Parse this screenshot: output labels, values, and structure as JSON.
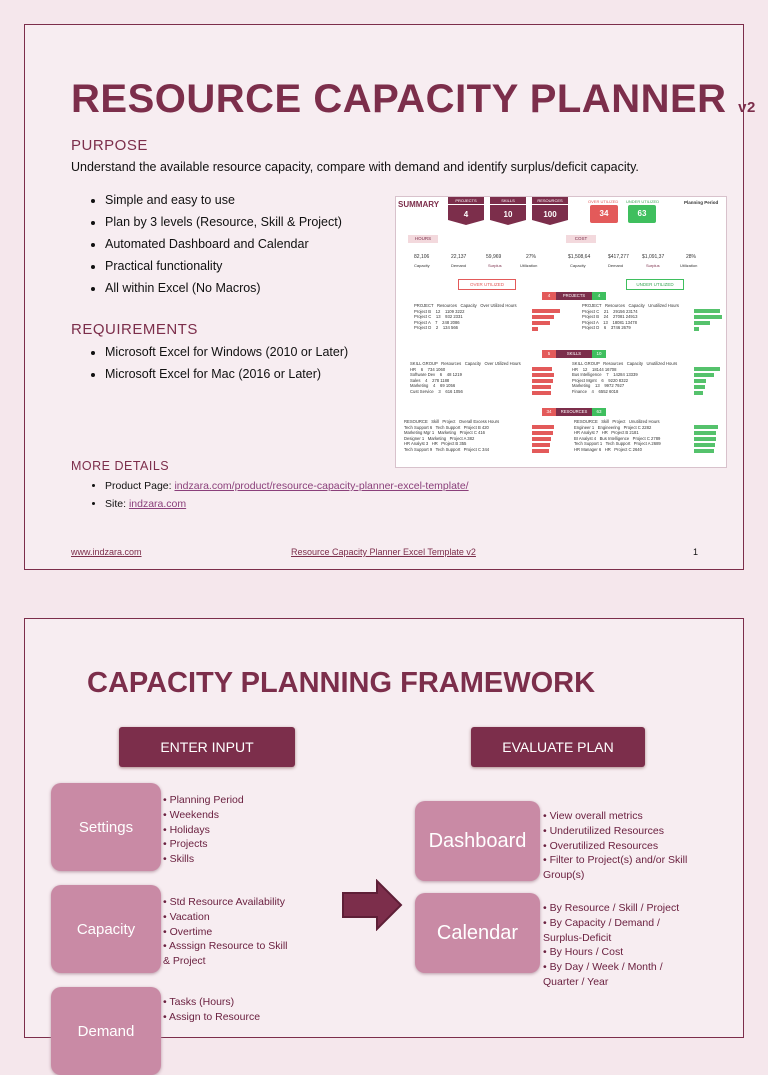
{
  "page1": {
    "title": "RESOURCE CAPACITY PLANNER",
    "version": "v2",
    "purpose_heading": "PURPOSE",
    "purpose_text": "Understand the available resource capacity, compare with demand and identify surplus/deficit capacity.",
    "features": [
      "Simple and easy to use",
      "Plan by 3 levels (Resource, Skill & Project)",
      "Automated Dashboard and Calendar",
      "Practical functionality",
      "All within Excel (No Macros)"
    ],
    "requirements_heading": "REQUIREMENTS",
    "requirements": [
      "Microsoft Excel for Windows (2010 or Later)",
      "Microsoft Excel for Mac (2016 or Later)"
    ],
    "more_heading": "MORE DETAILS",
    "product_label": "Product Page:",
    "product_link": "indzara.com/product/resource-capacity-planner-excel-template/",
    "site_label": "Site:",
    "site_link": "indzara.com",
    "footer_left": "www.indzara.com",
    "footer_center": "Resource Capacity Planner Excel Template v2",
    "footer_page": "1"
  },
  "dashboard": {
    "summary": "SUMMARY",
    "projects_label": "PROJECTS",
    "projects_value": "4",
    "skills_label": "SKILLS",
    "skills_value": "10",
    "resources_label": "RESOURCES",
    "resources_value": "100",
    "over_label": "OVER UTILIZED",
    "over_value": "34",
    "under_label": "UNDER UTILIZED",
    "under_value": "63",
    "planning_period": "Planning Period",
    "hours_label": "HOURS",
    "cost_label": "COST",
    "hours_metrics": [
      {
        "v": "82,106",
        "l": "Capacity"
      },
      {
        "v": "22,137",
        "l": "Demand"
      },
      {
        "v": "59,969",
        "l": "Surplus"
      },
      {
        "v": "27%",
        "l": "Utilization"
      }
    ],
    "cost_metrics": [
      {
        "v": "$1,508,64",
        "l": "Capacity"
      },
      {
        "v": "$417,277",
        "l": "Demand"
      },
      {
        "v": "$1,091,37",
        "l": "Surplus"
      },
      {
        "v": "28%",
        "l": "Utilization"
      }
    ],
    "over_utilized": "OVER UTILIZED",
    "under_utilized": "UNDER UTILIZED",
    "projects_row": {
      "left": "4",
      "label": "PROJECTS",
      "right": "4"
    },
    "skills_row": {
      "left": "5",
      "label": "SKILLS",
      "right": "10"
    },
    "resources_row": {
      "left": "34",
      "label": "RESOURCES",
      "right": "63"
    }
  },
  "page2": {
    "title": "CAPACITY PLANNING FRAMEWORK",
    "enter_input": "ENTER INPUT",
    "evaluate_plan": "EVALUATE PLAN",
    "settings": "Settings",
    "settings_items": [
      "Planning Period",
      "Weekends",
      "Holidays",
      "Projects",
      "Skills"
    ],
    "capacity": "Capacity",
    "capacity_items": [
      "Std Resource Availability",
      "Vacation",
      "Overtime",
      "Asssign Resource to Skill & Project"
    ],
    "demand": "Demand",
    "demand_items": [
      "Tasks (Hours)",
      "Assign to Resource"
    ],
    "dashboard": "Dashboard",
    "dashboard_items": [
      "View overall metrics",
      "Underutilized Resources",
      "Overutilized Resources",
      "Filter to Project(s) and/or Skill Group(s)"
    ],
    "calendar": "Calendar",
    "calendar_items": [
      "By Resource / Skill / Project",
      "By Capacity / Demand / Surplus-Deficit",
      "By Hours / Cost",
      "By Day / Week / Month / Quarter / Year"
    ]
  }
}
